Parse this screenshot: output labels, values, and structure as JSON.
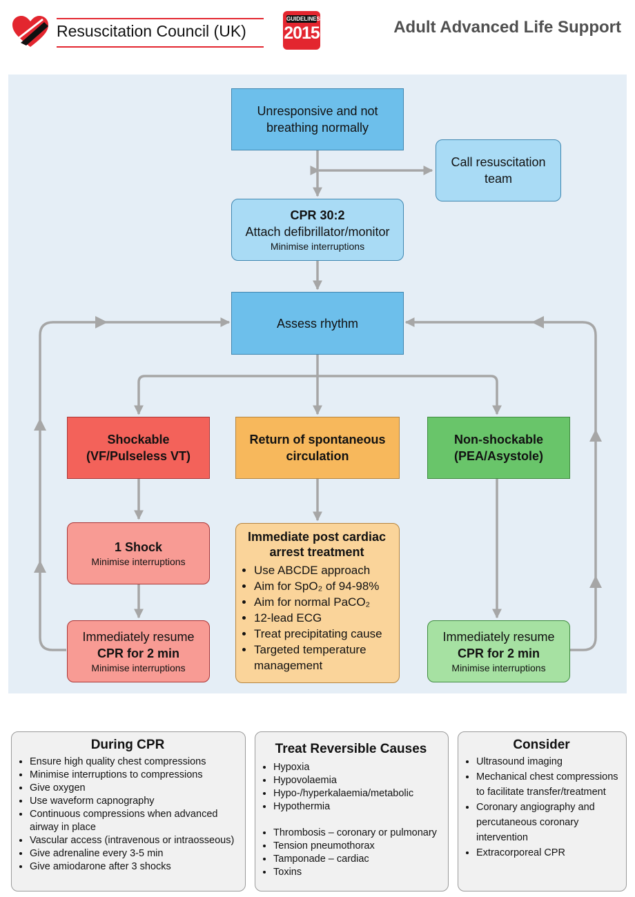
{
  "header": {
    "org_name": "Resuscitation Council (UK)",
    "badge_top": "GUIDELINES",
    "badge_year": "2015",
    "title": "Adult Advanced Life Support"
  },
  "flow": {
    "unresponsive": "Unresponsive and not breathing normally",
    "call_team": "Call resuscitation team",
    "cpr_title": "CPR 30:2",
    "cpr_attach": "Attach defibrillator/monitor",
    "cpr_note": "Minimise interruptions",
    "assess": "Assess rhythm",
    "shockable_title": "Shockable",
    "shockable_sub": "(VF/Pulseless VT)",
    "rosc_title": "Return of spontaneous circulation",
    "nonshock_title": "Non-shockable",
    "nonshock_sub": "(PEA/Asystole)",
    "shock_title": "1 Shock",
    "shock_note": "Minimise interruptions",
    "resume_line1": "Immediately resume",
    "resume_line2": "CPR for 2 min",
    "resume_note": "Minimise interruptions",
    "resume_green_note": "Minimise interruptions",
    "post_title": "Immediate post cardiac arrest treatment",
    "post_items": [
      "Use ABCDE approach",
      "Aim for SpO₂ of 94-98%",
      "Aim for normal PaCO₂",
      "12-lead ECG",
      "Treat precipitating cause",
      "Targeted temperature management"
    ]
  },
  "colors": {
    "blue": "#6dbfeb",
    "light_blue": "#a9dbf5",
    "red": "#f3625a",
    "light_red": "#f89b94",
    "orange": "#f7b85c",
    "light_orange": "#fad49a",
    "green": "#69c56a",
    "light_green": "#a6e1a2",
    "arrow": "#a6a6a6",
    "brand_red": "#e3262f"
  },
  "during_cpr": {
    "title": "During CPR",
    "items": [
      "Ensure high quality chest compressions",
      "Minimise interruptions to compressions",
      "Give oxygen",
      "Use waveform capnography",
      "Continuous compressions when advanced airway in place",
      "Vascular access (intravenous or intraosseous)",
      "Give adrenaline every 3-5 min",
      "Give amiodarone after 3 shocks"
    ]
  },
  "reversible": {
    "title": "Treat Reversible Causes",
    "items": [
      "Hypoxia",
      "Hypovolaemia",
      "Hypo-/hyperkalaemia/metabolic",
      "Hypothermia",
      "Thrombosis – coronary or pulmonary",
      "Tension pneumothorax",
      "Tamponade – cardiac",
      "Toxins"
    ]
  },
  "consider": {
    "title": "Consider",
    "items": [
      "Ultrasound imaging",
      "Mechanical chest compressions to facilitate transfer/treatment",
      "Coronary angiography and percutaneous coronary intervention",
      "Extracorporeal CPR"
    ]
  }
}
